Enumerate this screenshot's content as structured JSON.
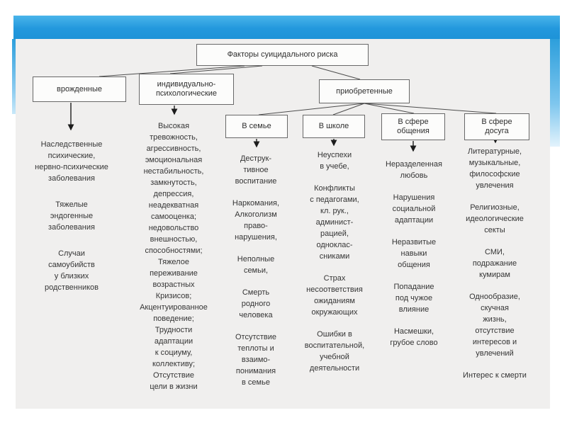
{
  "theme": {
    "header_blue": "#2398dd",
    "panel_gray": "#f0efee",
    "box_border": "#686868",
    "text_color": "#353535"
  },
  "diagram": {
    "nodes": {
      "root": {
        "label": "Факторы суицидального риска"
      },
      "innate": {
        "label": "врожденные"
      },
      "individual": {
        "label": "индивидуально-\nпсихологические"
      },
      "acquired": {
        "label": "приобретенные"
      },
      "family": {
        "label": "В семье"
      },
      "school": {
        "label": "В школе"
      },
      "communication": {
        "label": "В сфере\nобщения"
      },
      "leisure": {
        "label": "В сфере\nдосуга"
      }
    },
    "lists": {
      "innate": [
        "Наследственные\nпсихические,\nнервно-психические\nзаболевания",
        "Тяжелые\nэндогенные\nзаболевания",
        "Случаи\nсамоубийств\nу близких\nродственников"
      ],
      "individual": [
        "Высокая\nтревожность,\nагрессивность,\nэмоциональная\nнестабильность,\nзамкнутость,\nдепрессия,\nнеадекватная\nсамооценка;\nнедовольство\nвнешностью,\nспособностями;\nТяжелое\nпереживание\nвозрастных\nКризисов;\nАкцентуированное\nповедение;\nТрудности\nадаптации\nк социуму,\nколлективу;\nОтсутствие\nцели в жизни"
      ],
      "family": [
        "Деструк-\nтивное\nвоспитание",
        "Наркомания,\nАлкоголизм\nправо-\nнарушения,",
        "Неполные\nсемьи,",
        "Смерть\nродного\nчеловека",
        "Отсутствие\nтеплоты и\nвзаимо-\nпонимания\nв семье"
      ],
      "school": [
        "Неуспехи\nв учебе,",
        "Конфликты\nс педагогами,\nкл. рук.,\nадминист-\nрацией,\nодноклас-\nсниками",
        "Страх\nнесоответствия\nожиданиям\nокружающих",
        "Ошибки в\nвоспитательной,\nучебной\nдеятельности"
      ],
      "communication": [
        "Неразделенная\nлюбовь",
        "Нарушения\nсоциальной\nадаптации",
        "Неразвитые\nнавыки\nобщения",
        "Попадание\nпод чужое\nвлияние",
        "Насмешки,\nгрубое слово"
      ],
      "leisure": [
        "Литературные,\nмузыкальные,\nфилософские\nувлечения",
        "Религиозные,\nидеологические\nсекты",
        "СМИ,\nподражание\nкумирам",
        "Однообразие,\nскучная\nжизнь,\nотсутствие\nинтересов и\nувлечений",
        "Интерес к смерти"
      ]
    }
  }
}
